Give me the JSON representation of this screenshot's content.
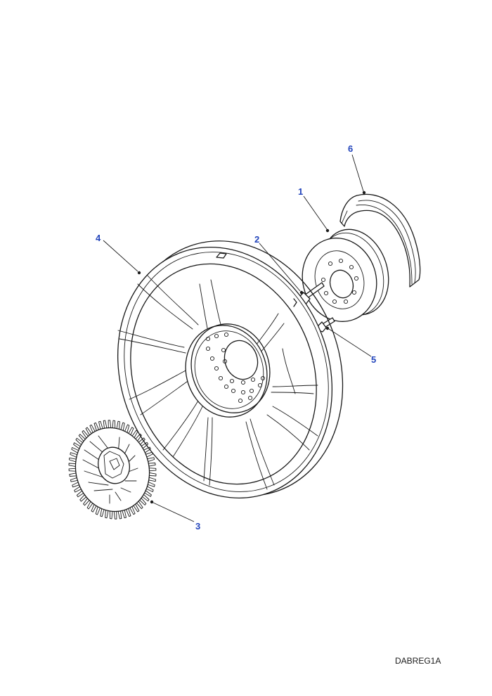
{
  "callouts": [
    {
      "id": "1",
      "label": "1",
      "part": "pulley"
    },
    {
      "id": "2",
      "label": "2",
      "part": "bolt"
    },
    {
      "id": "3",
      "label": "3",
      "part": "viscous-coupling"
    },
    {
      "id": "4",
      "label": "4",
      "part": "fan"
    },
    {
      "id": "5",
      "label": "5",
      "part": "bolt"
    },
    {
      "id": "6",
      "label": "6",
      "part": "drive-belt"
    }
  ],
  "diagram_ref": "DABREG1A",
  "colors": {
    "callout": "#2244bb",
    "line": "#1a1a1a",
    "background": "#ffffff"
  }
}
